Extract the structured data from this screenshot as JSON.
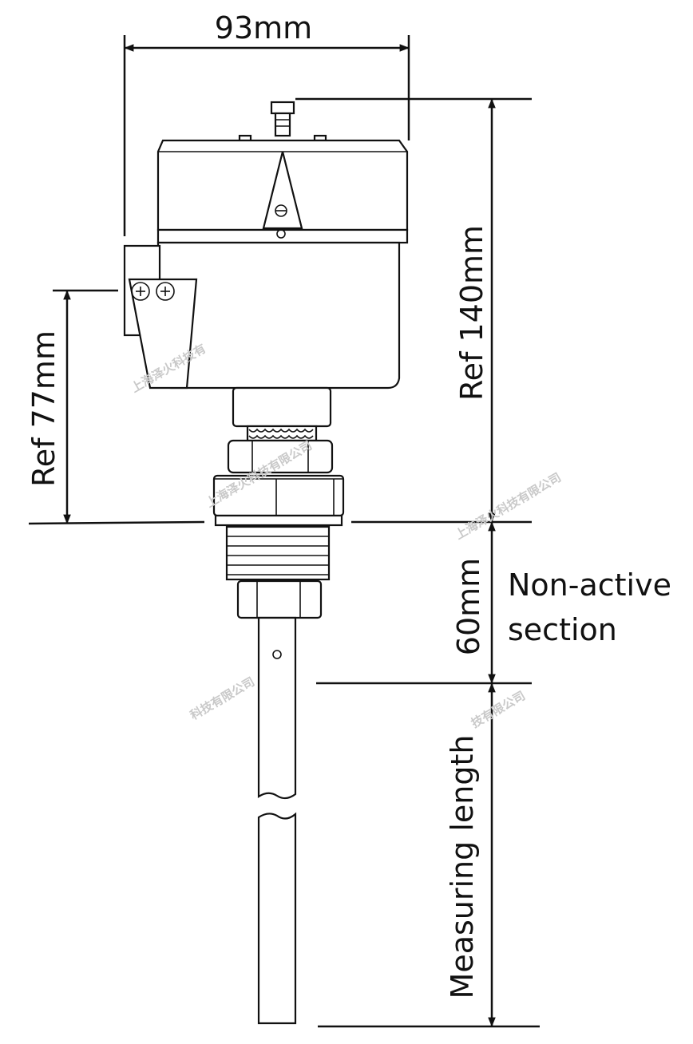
{
  "dimensions": {
    "width_label": "93mm",
    "total_height_label": "Ref 140mm",
    "terminal_height_label": "Ref 77mm",
    "non_active_length_label": "60mm",
    "measuring_length_label": "Measuring length"
  },
  "annotations": {
    "non_active_line1": "Non-active",
    "non_active_line2": "section"
  },
  "watermark": {
    "text_full": "上海泽火科技有限公司",
    "text_partial_1": "上海泽火科技有",
    "text_partial_2": "科技有限公司",
    "text_partial_3": "技有限公司"
  },
  "colors": {
    "line": "#111111",
    "watermark": "#c9c9c9",
    "background": "#ffffff"
  }
}
